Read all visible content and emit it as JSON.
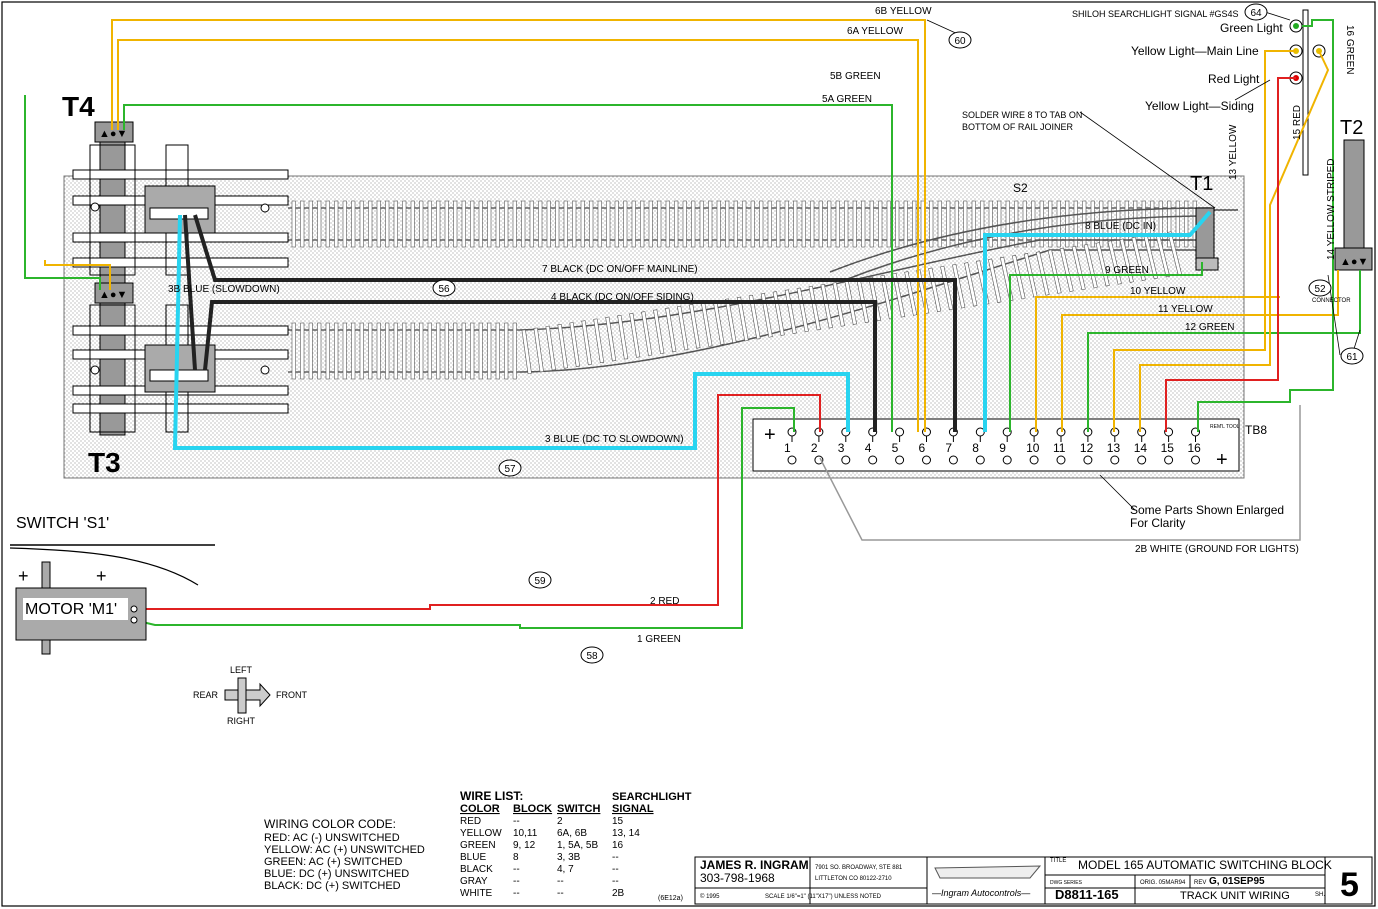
{
  "labels": {
    "t1": "T1",
    "t2": "T2",
    "t3": "T3",
    "t4": "T4",
    "s2": "S2",
    "tb8": "TB8",
    "switch_s1": "SWITCH 'S1'",
    "motor_m1": "MOTOR 'M1'",
    "plus": "+",
    "solder_note_1": "SOLDER WIRE 8 TO TAB ON",
    "solder_note_2": "BOTTOM OF RAIL JOINER",
    "signal_title": "SHILOH SEARCHLIGHT SIGNAL #GS4S",
    "green_light": "Green Light",
    "yellow_main": "Yellow Light—Main Line",
    "red_light": "Red Light",
    "yellow_siding": "Yellow Light—Siding",
    "connector": "CONNECTOR",
    "some_parts_1": "Some Parts Shown Enlarged",
    "some_parts_2": "For Clarity",
    "dir_left": "LEFT",
    "dir_right": "RIGHT",
    "dir_rear": "REAR",
    "dir_front": "FRONT",
    "rem_tool": "REM'L TOOL"
  },
  "callouts": [
    "64",
    "60",
    "52",
    "61",
    "56",
    "57",
    "58",
    "59"
  ],
  "wires": {
    "w6b": "6B YELLOW",
    "w6a": "6A YELLOW",
    "w5b": "5B GREEN",
    "w5a": "5A GREEN",
    "w7": "7 BLACK (DC ON/OFF MAINLINE)",
    "w4": "4 BLACK (DC ON/OFF SIDING)",
    "w3b": "3B BLUE (SLOWDOWN)",
    "w3": "3 BLUE (DC TO SLOWDOWN)",
    "w8": "8 BLUE (DC IN)",
    "w9": "9 GREEN",
    "w10": "10 YELLOW",
    "w11": "11 YELLOW",
    "w12": "12 GREEN",
    "w13": "13 YELLOW",
    "w14": "14 YELLOW STRIPED",
    "w15": "15 RED",
    "w16": "16 GREEN",
    "w2b": "2B WHITE (GROUND FOR LIGHTS)",
    "w2": "2 RED",
    "w1": "1 GREEN"
  },
  "terminals": [
    "1",
    "2",
    "3",
    "4",
    "5",
    "6",
    "7",
    "8",
    "9",
    "10",
    "11",
    "12",
    "13",
    "14",
    "15",
    "16"
  ],
  "color_code": {
    "title": "WIRING COLOR CODE:",
    "lines": [
      "RED: AC (-) UNSWITCHED",
      "YELLOW: AC (+) UNSWITCHED",
      "GREEN: AC (+) SWITCHED",
      "BLUE: DC (+) UNSWITCHED",
      "BLACK: DC (+) SWITCHED"
    ]
  },
  "wire_list": {
    "title": "WIRE LIST:",
    "title2": "SEARCHLIGHT",
    "headers": [
      "COLOR",
      "BLOCK",
      "SWITCH",
      "SIGNAL"
    ],
    "rows": [
      [
        "RED",
        "--",
        "2",
        "15"
      ],
      [
        "YELLOW",
        "10,11",
        "6A, 6B",
        "13, 14"
      ],
      [
        "GREEN",
        "9, 12",
        "1, 5A, 5B",
        "16"
      ],
      [
        "BLUE",
        "8",
        "3, 3B",
        "--"
      ],
      [
        "BLACK",
        "--",
        "4, 7",
        "--"
      ],
      [
        "GRAY",
        "--",
        "--",
        "--"
      ],
      [
        "WHITE",
        "--",
        "--",
        "2B"
      ]
    ]
  },
  "title_block": {
    "name": "JAMES R. INGRAM",
    "phone": "303-798-1968",
    "addr1": "7901 SO. BROADWAY, STE 881",
    "addr2": "LITTLETON CO 80122-2710",
    "copyright": "© 1995",
    "scale": "SCALE 1/6\"=1\" (11\"X17\") UNLESS NOTED",
    "logo": "—Ingram Autocontrols—",
    "code": "(6E12a)",
    "title_lbl": "TITLE",
    "title": "MODEL 165 AUTOMATIC SWITCHING BLOCK",
    "dwg_lbl": "DWG SERIES",
    "dwg": "D8811-165",
    "orig": "ORIG. 05MAR94",
    "rev_lbl": "REV",
    "rev": "G, 01SEP95",
    "subtitle": "TRACK UNIT WIRING",
    "sh_lbl": "SH.",
    "sheet": "5"
  }
}
